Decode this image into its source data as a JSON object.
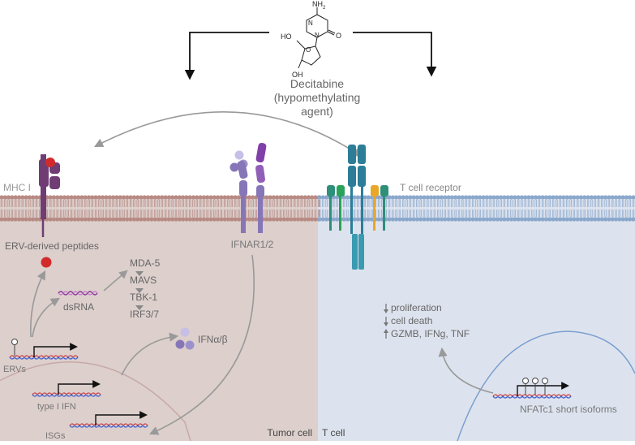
{
  "drug": {
    "name": "Decitabine",
    "description_line1": "(hypomethylating",
    "description_line2": "agent)",
    "structure_labels": {
      "nh2": "NH",
      "nh2_sub": "2",
      "o_carbonyl": "O",
      "n1": "N",
      "n3": "N",
      "ho": "HO",
      "oh": "OH",
      "o_ring": "O"
    }
  },
  "membrane_labels": {
    "mhc": "MHC I",
    "tcr": "T cell receptor",
    "ifnar": "IFNAR1/2"
  },
  "tumor": {
    "erv_peptides": "ERV-derived peptides",
    "dsrna": "dsRNA",
    "pathway": [
      "MDA-5",
      "MAVS",
      "TBK-1",
      "IRF3/7"
    ],
    "ifn_ab": "IFNα/β",
    "genes": [
      "ERVs",
      "type I IFN",
      "ISGs"
    ],
    "cell_label": "Tumor cell"
  },
  "tcell": {
    "effects": [
      {
        "direction": "down",
        "text": "proliferation"
      },
      {
        "direction": "down",
        "text": "cell death"
      },
      {
        "direction": "up",
        "text": "GZMB, IFNg, TNF"
      }
    ],
    "nfatc1": "NFATc1 short isoforms",
    "cell_label": "T cell"
  },
  "colors": {
    "tumor_bg": "#dccfcc",
    "tcell_bg": "#dde3ee",
    "tumor_membrane": "#b88a84",
    "tcell_membrane": "#8aa8cc",
    "mhc": "#6f3d74",
    "peptide": "#d22a2a",
    "ifnar": "#8676b8",
    "tcr": "#2c7e98",
    "arrow_gray": "#999999",
    "text_gray": "#6f6f6f"
  }
}
